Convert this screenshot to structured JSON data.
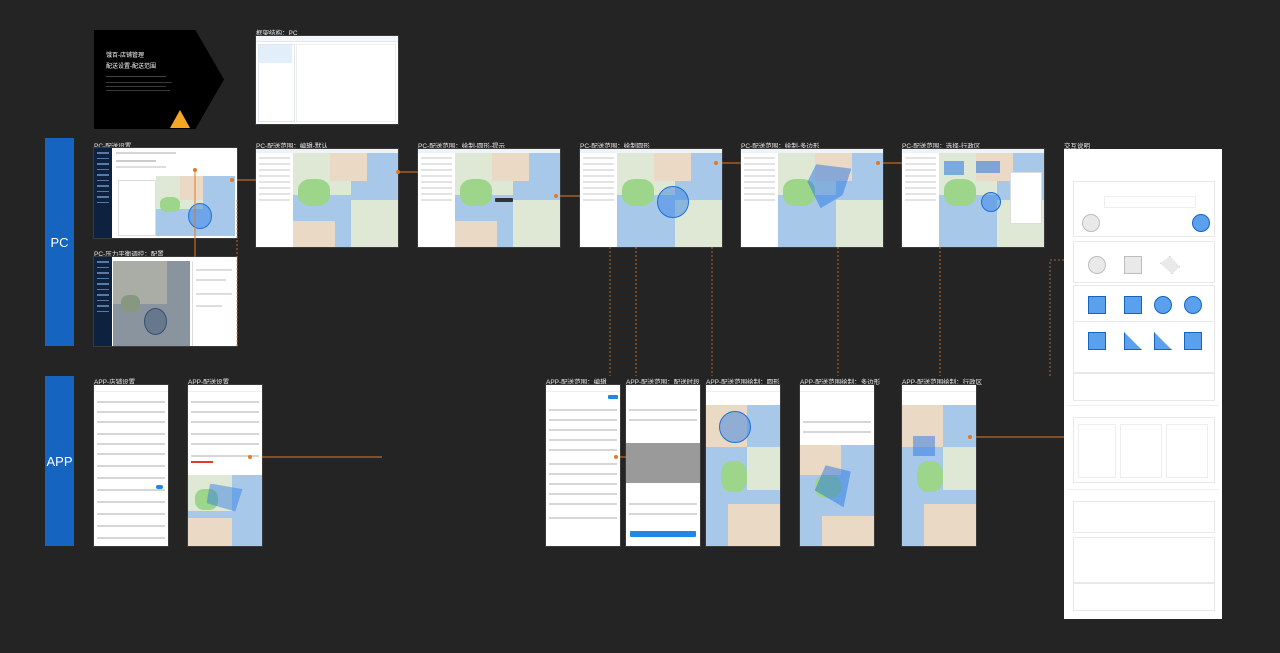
{
  "bands": {
    "pc": "PC",
    "app": "APP"
  },
  "cover": {
    "line1": "饿百-店铺管理",
    "line2": "配送设置-配送范围"
  },
  "labels": {
    "framework": "框架结构：PC",
    "pc_delivery": "PC-配送设置",
    "pc_edit": "PC-配送范围：编辑-默认",
    "pc_circle_tip": "PC-配送范围：绘制-圆形-提示",
    "pc_circle": "PC-配送范围：绘制圆形",
    "pc_polygon": "PC-配送范围：绘制-多边形",
    "pc_district": "PC-配送范围：选择-行政区",
    "pc_pressure": "PC-压力平衡调控：配置",
    "notes": "交互说明",
    "app_store": "APP-店铺设置",
    "app_delivery": "APP-配送设置",
    "app_edit": "APP-配送范围：编辑",
    "app_time": "APP-配送范围：配送时段",
    "app_circle": "APP-配送范围绘制：圆形",
    "app_polygon": "APP-配送范围绘制：多边形",
    "app_district": "APP-配送范围绘制：行政区"
  },
  "colors": {
    "background": "#242424",
    "band": "#1565c0",
    "connector": "#e07a2a",
    "area": "#1e6fd9"
  }
}
